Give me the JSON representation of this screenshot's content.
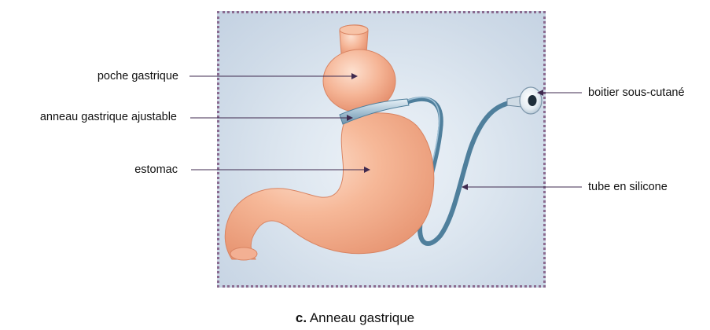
{
  "labels": {
    "pouch": "poche gastrique",
    "band": "anneau gastrique ajustable",
    "stomach": "estomac",
    "port": "boitier sous-cutané",
    "tube": "tube en silicone"
  },
  "caption": {
    "prefix": "c.",
    "text": "Anneau gastrique"
  },
  "colors": {
    "border": "#8a6a8f",
    "organ": "#f0a98a",
    "organ_highlight": "#fbd3be",
    "band": "#a9c4d6",
    "tube": "#4f7f9c",
    "arrow": "#3f2a4f"
  }
}
